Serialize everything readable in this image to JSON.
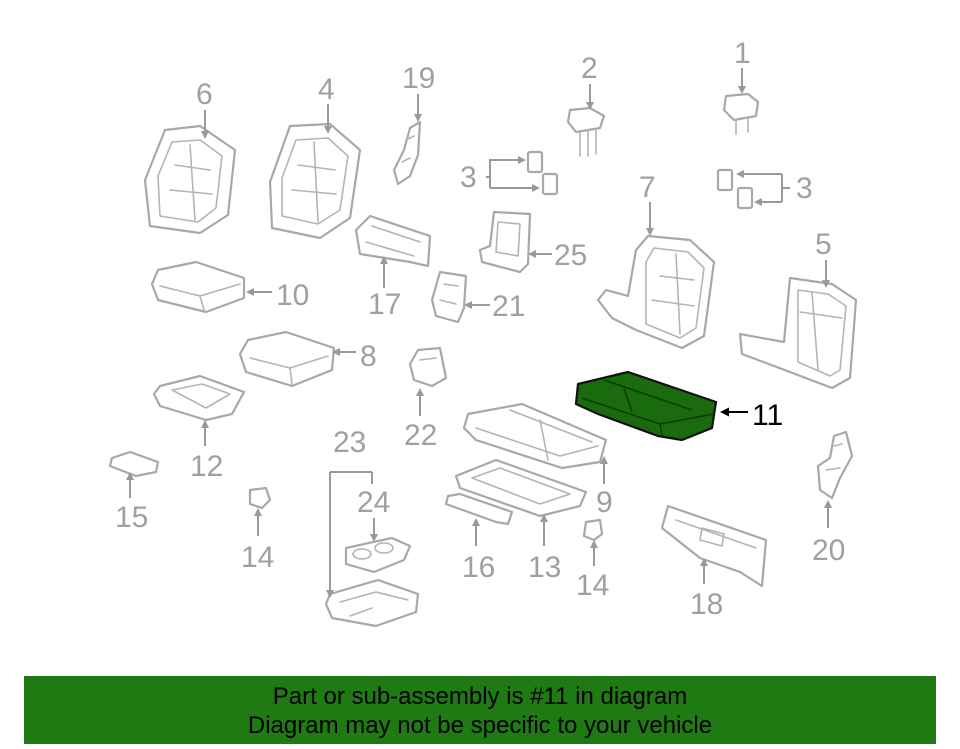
{
  "diagram": {
    "callouts": {
      "c1": "1",
      "c2": "2",
      "c3a": "3",
      "c3b": "3",
      "c4": "4",
      "c5": "5",
      "c6": "6",
      "c7": "7",
      "c8": "8",
      "c9": "9",
      "c10": "10",
      "c11": "11",
      "c12": "12",
      "c13": "13",
      "c14a": "14",
      "c14b": "14",
      "c15": "15",
      "c16": "16",
      "c17": "17",
      "c18": "18",
      "c19": "19",
      "c20": "20",
      "c21": "21",
      "c22": "22",
      "c23": "23",
      "c24": "24",
      "c25": "25"
    },
    "highlighted_part": "11",
    "highlight_color": "#1f7a14"
  },
  "banner": {
    "line1": "Part or sub-assembly is #11 in diagram",
    "line2": "Diagram may not be specific to your vehicle",
    "background": "#1f7a14"
  }
}
